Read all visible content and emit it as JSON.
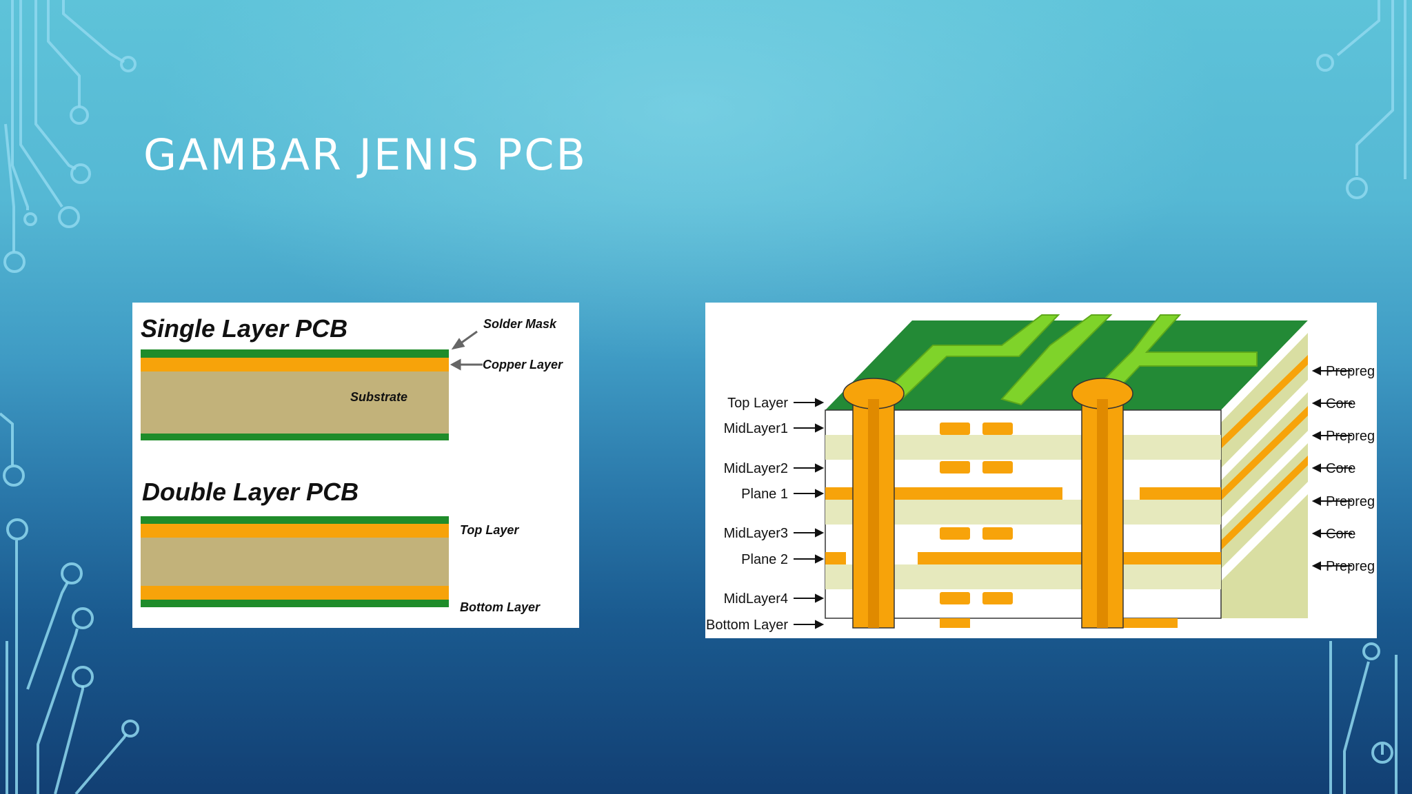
{
  "slide": {
    "title": "GAMBAR JENIS PCB"
  },
  "single_panel": {
    "single_title": "Single Layer PCB",
    "solder_mask": "Solder Mask",
    "copper_layer": "Copper Layer",
    "substrate": "Substrate",
    "double_title": "Double Layer PCB",
    "top_layer": "Top Layer",
    "bottom_layer": "Bottom Layer"
  },
  "multi_panel": {
    "left_labels": [
      "Top Layer",
      "MidLayer1",
      "MidLayer2",
      "Plane 1",
      "MidLayer3",
      "Plane 2",
      "MidLayer4",
      "Bottom Layer"
    ],
    "right_labels": [
      "Prepreg",
      "Core",
      "Prepreg",
      "Core",
      "Prepreg",
      "Core",
      "Prepreg"
    ]
  },
  "colors": {
    "solder_green": "#1f8c2a",
    "copper": "#f7a30a",
    "substrate": "#c2b27a",
    "trace_lime": "#7fd32a",
    "board_green": "#238a36",
    "prepreg": "#e9ecc2"
  }
}
